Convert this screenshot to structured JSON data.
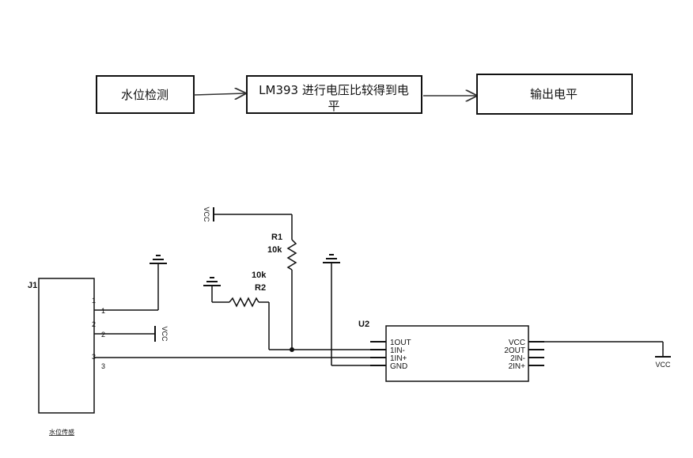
{
  "block_diagram": {
    "blocks": [
      {
        "id": "b1",
        "label": "水位检测"
      },
      {
        "id": "b2",
        "label_line1": "LM393 进行电压比较得到电",
        "label_line2": "平"
      },
      {
        "id": "b3",
        "label": "输出电平"
      }
    ]
  },
  "schematic": {
    "j1": {
      "ref": "J1",
      "pins": [
        "1",
        "2",
        "3"
      ],
      "pin_labels": [
        "1",
        "2",
        "3"
      ],
      "footer": "水位传感"
    },
    "r1": {
      "ref": "R1",
      "value": "10k"
    },
    "r2": {
      "ref": "R2",
      "value": "10k"
    },
    "u2": {
      "ref": "U2",
      "left_pins": [
        "1OUT",
        "1IN-",
        "1IN+",
        "GND"
      ],
      "right_pins": [
        "VCC",
        "2OUT",
        "2IN-",
        "2IN+"
      ]
    },
    "vcc_label": "VCC"
  }
}
